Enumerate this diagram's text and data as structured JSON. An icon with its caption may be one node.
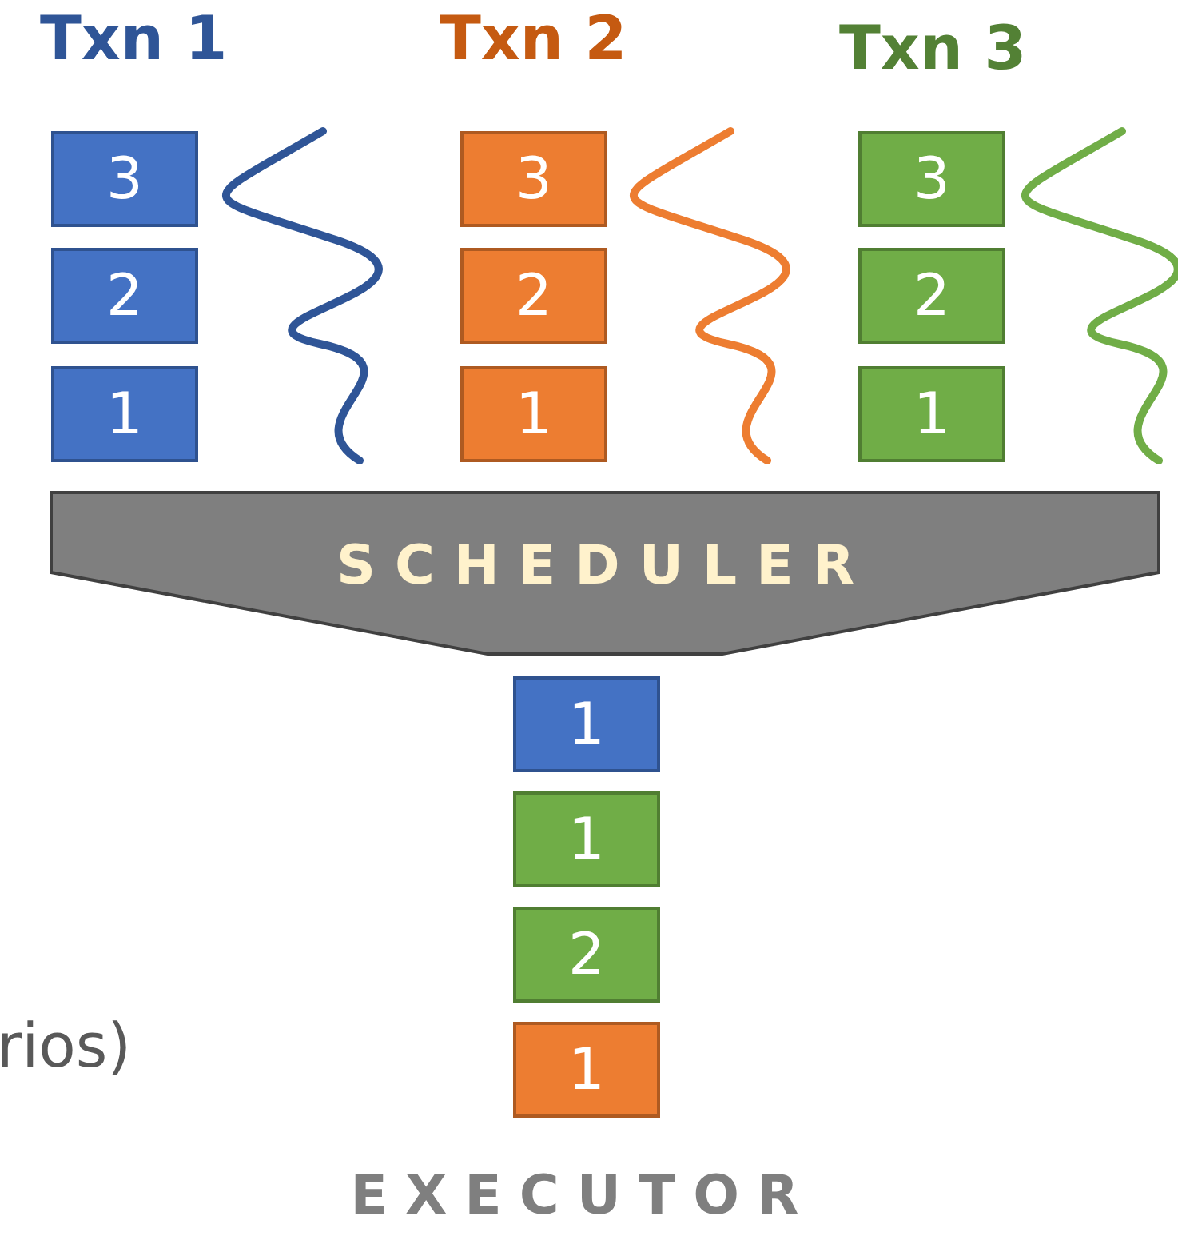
{
  "diagram": {
    "nodes": [
      {
        "text": [
          "3"
        ]
      },
      {
        "text": [
          "2"
        ]
      },
      {
        "text": [
          "1"
        ]
      },
      {
        "text": [
          "3"
        ]
      },
      {
        "text": [
          "2"
        ]
      },
      {
        "text": [
          "1"
        ]
      },
      {
        "text": [
          "3"
        ]
      },
      {
        "text": [
          "2"
        ]
      },
      {
        "text": [
          "1"
        ]
      },
      {
        "text": [
          "SCHEDULER"
        ]
      },
      {
        "text": [
          "1"
        ]
      },
      {
        "text": [
          "1"
        ]
      },
      {
        "text": [
          "2"
        ]
      },
      {
        "text": [
          "1"
        ]
      }
    ],
    "edges": [],
    "labels": [
      "Txn 1",
      "Txn 2",
      "Txn 3",
      "rios)",
      "EXECUTOR"
    ]
  }
}
